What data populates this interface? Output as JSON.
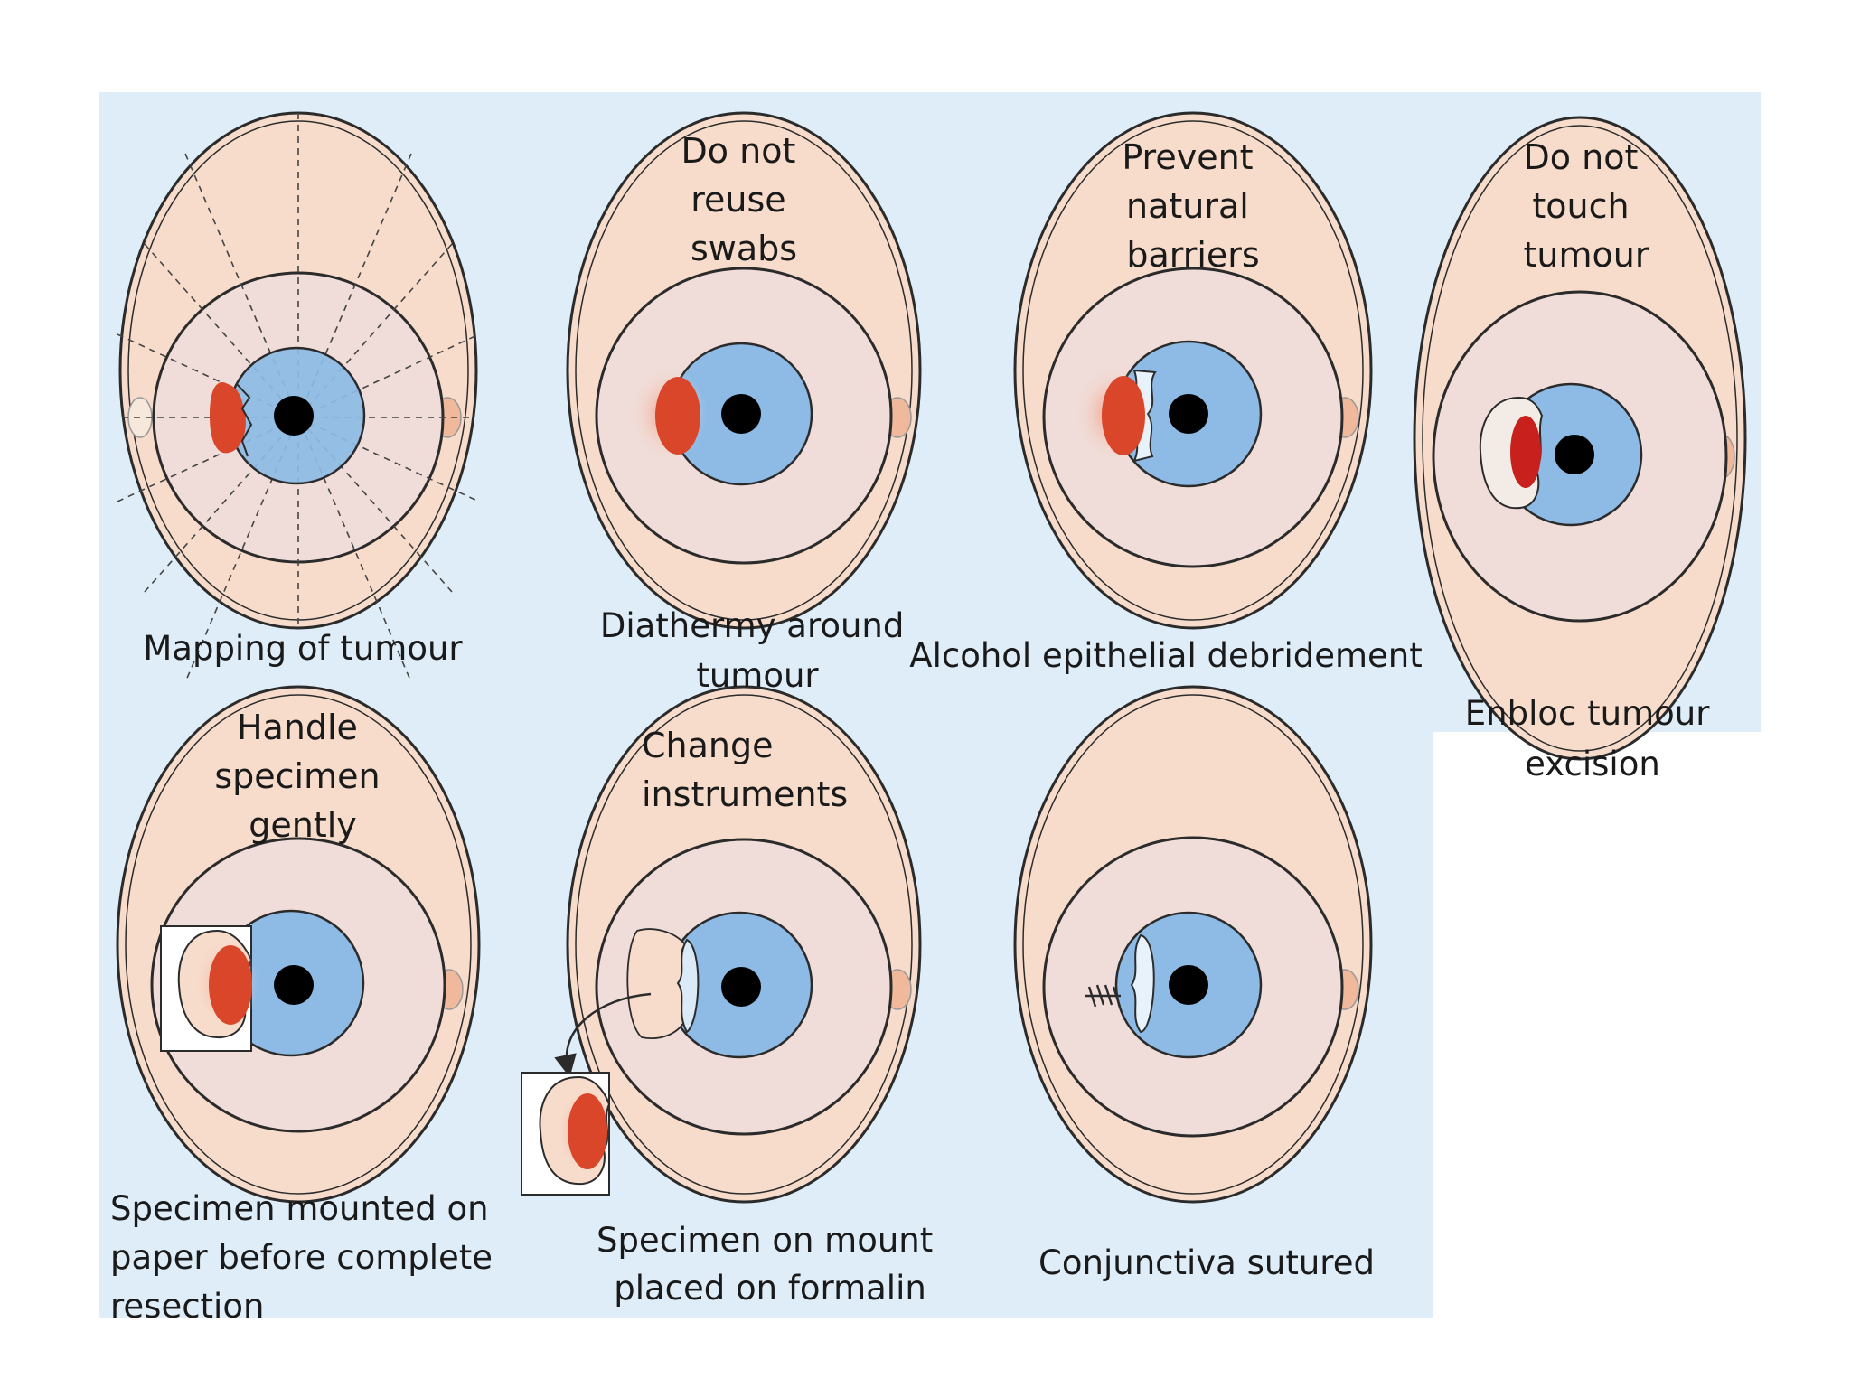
{
  "colors": {
    "panel_background": "#deedf8",
    "globe_fill": "#f7dccc",
    "inner_fill": "#f0dcd8",
    "iris_fill": "#8dbbe6",
    "pupil": "#000000",
    "tumour": "#d9462a",
    "tumour_dark": "#c8201c",
    "outline": "#2b2b2b",
    "caruncle": "#f0b99c"
  },
  "panels": [
    {
      "id": "mapping",
      "caption": [
        "Mapping of tumour"
      ],
      "inner_text": [],
      "icons": [
        "eye-globe-icon",
        "iris-icon",
        "pupil-icon",
        "tumour-icon",
        "mapping-grid-lines"
      ]
    },
    {
      "id": "diathermy",
      "caption": [
        "Diathermy around",
        "tumour"
      ],
      "inner_text": [
        "Do not",
        "reuse",
        "swabs"
      ],
      "icons": [
        "eye-globe-icon",
        "iris-icon",
        "pupil-icon",
        "tumour-icon"
      ]
    },
    {
      "id": "alcohol",
      "caption": [
        "Alcohol epithelial debridement"
      ],
      "inner_text": [
        "Prevent",
        "natural",
        "barriers"
      ],
      "icons": [
        "eye-globe-icon",
        "iris-icon",
        "pupil-icon",
        "tumour-icon"
      ]
    },
    {
      "id": "enbloc",
      "caption": [
        "Enbloc tumour",
        "excision"
      ],
      "inner_text": [
        "Do not",
        "touch",
        "tumour"
      ],
      "icons": [
        "eye-globe-icon",
        "iris-icon",
        "pupil-icon",
        "tumour-icon"
      ]
    },
    {
      "id": "specimen-mounted",
      "caption": [
        "Specimen mounted on",
        "paper before complete",
        "resection"
      ],
      "inner_text": [
        "Handle",
        "specimen",
        "gently"
      ],
      "icons": [
        "eye-globe-icon",
        "iris-icon",
        "pupil-icon",
        "tumour-icon",
        "paper-mount-icon"
      ]
    },
    {
      "id": "formalin",
      "caption": [
        "Specimen on mount",
        "placed on formalin"
      ],
      "inner_text": [
        "Change",
        "instruments"
      ],
      "icons": [
        "eye-globe-icon",
        "iris-icon",
        "pupil-icon",
        "arrow-icon",
        "specimen-mount-icon"
      ]
    },
    {
      "id": "sutured",
      "caption": [
        "Conjunctiva sutured"
      ],
      "inner_text": [],
      "icons": [
        "eye-globe-icon",
        "iris-icon",
        "pupil-icon",
        "suture-icon"
      ]
    }
  ]
}
